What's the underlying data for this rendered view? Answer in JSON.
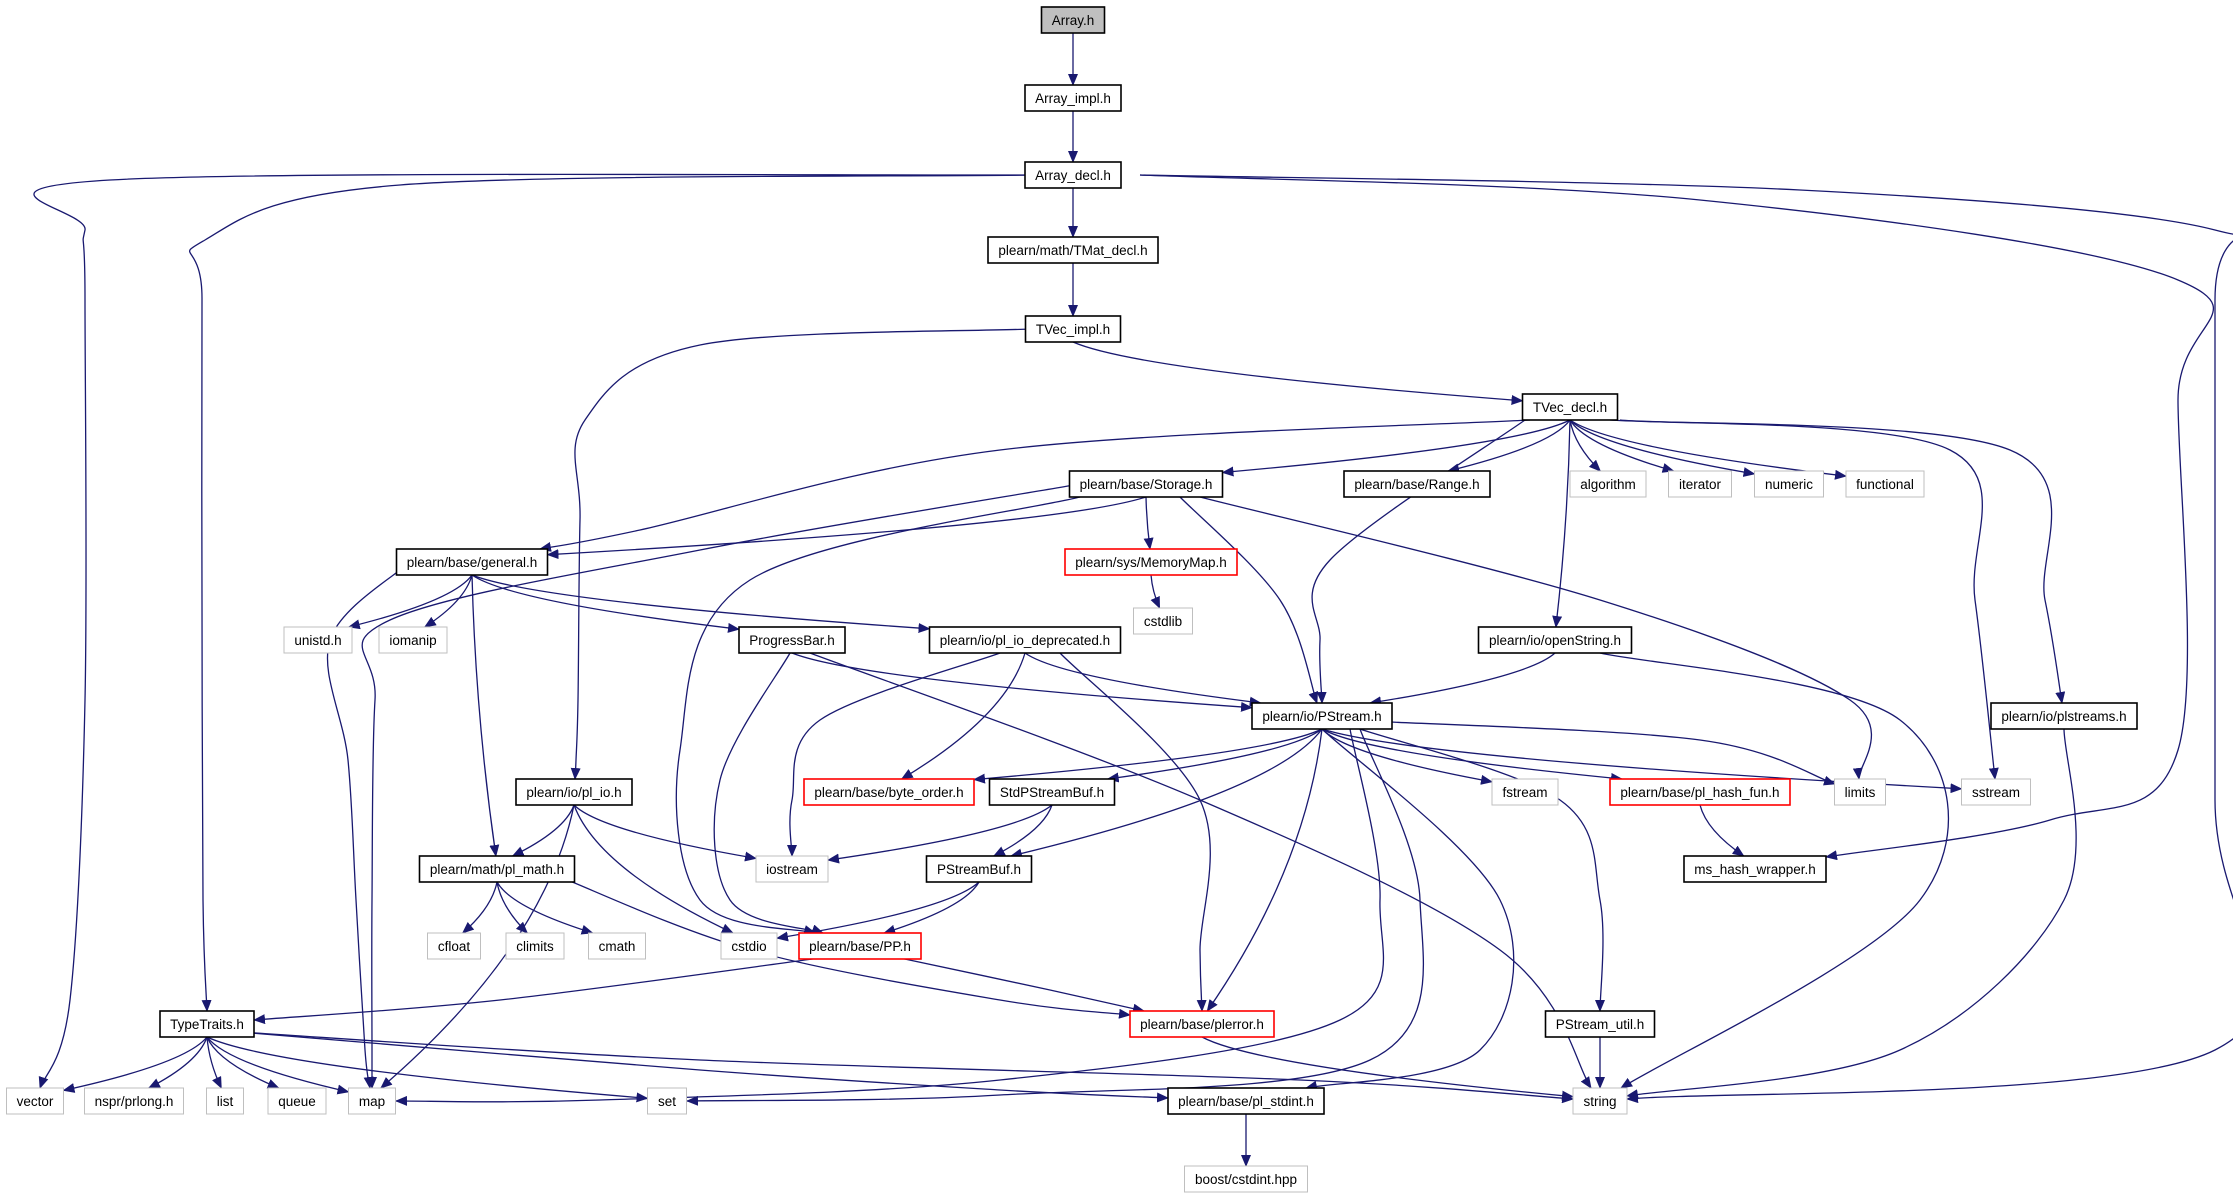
{
  "title": "",
  "colors": {
    "background": "#ffffff",
    "edge": "#191970",
    "node_border_normal": "#000000",
    "node_border_truncated": "#ff0000",
    "node_border_external": "#bfbfbf",
    "node_fill_root": "#bfbfbf",
    "node_fill": "#ffffff",
    "text": "#000000"
  },
  "nodes": [
    {
      "id": "array_h",
      "label": "Array.h",
      "kind": "root"
    },
    {
      "id": "array_impl",
      "label": "Array_impl.h",
      "kind": "normal"
    },
    {
      "id": "array_decl",
      "label": "Array_decl.h",
      "kind": "normal"
    },
    {
      "id": "tmat_decl",
      "label": "plearn/math/TMat_decl.h",
      "kind": "normal"
    },
    {
      "id": "tvec_impl",
      "label": "TVec_impl.h",
      "kind": "normal"
    },
    {
      "id": "tvec_decl",
      "label": "TVec_decl.h",
      "kind": "normal"
    },
    {
      "id": "storage",
      "label": "plearn/base/Storage.h",
      "kind": "normal"
    },
    {
      "id": "range",
      "label": "plearn/base/Range.h",
      "kind": "normal"
    },
    {
      "id": "algorithm",
      "label": "algorithm",
      "kind": "external"
    },
    {
      "id": "iterator",
      "label": "iterator",
      "kind": "external"
    },
    {
      "id": "numeric",
      "label": "numeric",
      "kind": "external"
    },
    {
      "id": "functional",
      "label": "functional",
      "kind": "external"
    },
    {
      "id": "general",
      "label": "plearn/base/general.h",
      "kind": "normal"
    },
    {
      "id": "memorymap",
      "label": "plearn/sys/MemoryMap.h",
      "kind": "truncated"
    },
    {
      "id": "cstdlib",
      "label": "cstdlib",
      "kind": "external"
    },
    {
      "id": "unistd",
      "label": "unistd.h",
      "kind": "external"
    },
    {
      "id": "iomanip",
      "label": "iomanip",
      "kind": "external"
    },
    {
      "id": "progressbar",
      "label": "ProgressBar.h",
      "kind": "normal"
    },
    {
      "id": "pl_io_deprecated",
      "label": "plearn/io/pl_io_deprecated.h",
      "kind": "normal"
    },
    {
      "id": "openstring",
      "label": "plearn/io/openString.h",
      "kind": "normal"
    },
    {
      "id": "plstreams",
      "label": "plearn/io/plstreams.h",
      "kind": "normal"
    },
    {
      "id": "pstream",
      "label": "plearn/io/PStream.h",
      "kind": "normal"
    },
    {
      "id": "pl_io",
      "label": "plearn/io/pl_io.h",
      "kind": "normal"
    },
    {
      "id": "byte_order",
      "label": "plearn/base/byte_order.h",
      "kind": "truncated"
    },
    {
      "id": "stdpstreambuf",
      "label": "StdPStreamBuf.h",
      "kind": "normal"
    },
    {
      "id": "fstream",
      "label": "fstream",
      "kind": "external"
    },
    {
      "id": "pl_hash_fun",
      "label": "plearn/base/pl_hash_fun.h",
      "kind": "truncated"
    },
    {
      "id": "limits",
      "label": "limits",
      "kind": "external"
    },
    {
      "id": "sstream",
      "label": "sstream",
      "kind": "external"
    },
    {
      "id": "iostream",
      "label": "iostream",
      "kind": "external"
    },
    {
      "id": "pl_math",
      "label": "plearn/math/pl_math.h",
      "kind": "normal"
    },
    {
      "id": "pstreambuf",
      "label": "PStreamBuf.h",
      "kind": "normal"
    },
    {
      "id": "ms_hash_wrapper",
      "label": "ms_hash_wrapper.h",
      "kind": "normal"
    },
    {
      "id": "cfloat",
      "label": "cfloat",
      "kind": "external"
    },
    {
      "id": "climits",
      "label": "climits",
      "kind": "external"
    },
    {
      "id": "cmath",
      "label": "cmath",
      "kind": "external"
    },
    {
      "id": "cstdio",
      "label": "cstdio",
      "kind": "external"
    },
    {
      "id": "pp",
      "label": "plearn/base/PP.h",
      "kind": "truncated"
    },
    {
      "id": "typetraits",
      "label": "TypeTraits.h",
      "kind": "normal"
    },
    {
      "id": "plerror",
      "label": "plearn/base/plerror.h",
      "kind": "truncated"
    },
    {
      "id": "pstream_util",
      "label": "PStream_util.h",
      "kind": "normal"
    },
    {
      "id": "vector",
      "label": "vector",
      "kind": "external"
    },
    {
      "id": "prlong",
      "label": "nspr/prlong.h",
      "kind": "external"
    },
    {
      "id": "list",
      "label": "list",
      "kind": "external"
    },
    {
      "id": "queue",
      "label": "queue",
      "kind": "external"
    },
    {
      "id": "map",
      "label": "map",
      "kind": "external"
    },
    {
      "id": "set",
      "label": "set",
      "kind": "external"
    },
    {
      "id": "pl_stdint",
      "label": "plearn/base/pl_stdint.h",
      "kind": "normal"
    },
    {
      "id": "string",
      "label": "string",
      "kind": "external"
    },
    {
      "id": "cstdint",
      "label": "boost/cstdint.hpp",
      "kind": "external"
    }
  ],
  "edges": [
    [
      "array_h",
      "array_impl"
    ],
    [
      "array_impl",
      "array_decl"
    ],
    [
      "array_decl",
      "tmat_decl"
    ],
    [
      "array_decl",
      "vector"
    ],
    [
      "array_decl",
      "typetraits"
    ],
    [
      "array_decl",
      "ms_hash_wrapper"
    ],
    [
      "array_decl",
      "string"
    ],
    [
      "tmat_decl",
      "tvec_impl"
    ],
    [
      "tvec_impl",
      "tvec_decl"
    ],
    [
      "tvec_impl",
      "pl_io"
    ],
    [
      "tvec_decl",
      "storage"
    ],
    [
      "tvec_decl",
      "range"
    ],
    [
      "tvec_decl",
      "algorithm"
    ],
    [
      "tvec_decl",
      "iterator"
    ],
    [
      "tvec_decl",
      "numeric"
    ],
    [
      "tvec_decl",
      "functional"
    ],
    [
      "tvec_decl",
      "general"
    ],
    [
      "tvec_decl",
      "pstream"
    ],
    [
      "tvec_decl",
      "openstring"
    ],
    [
      "tvec_decl",
      "plstreams"
    ],
    [
      "tvec_decl",
      "sstream"
    ],
    [
      "storage",
      "general"
    ],
    [
      "storage",
      "memorymap"
    ],
    [
      "storage",
      "pstream"
    ],
    [
      "storage",
      "map"
    ],
    [
      "storage",
      "pp"
    ],
    [
      "storage",
      "limits"
    ],
    [
      "memorymap",
      "cstdlib"
    ],
    [
      "general",
      "unistd"
    ],
    [
      "general",
      "iomanip"
    ],
    [
      "general",
      "progressbar"
    ],
    [
      "general",
      "pl_io_deprecated"
    ],
    [
      "general",
      "pl_math"
    ],
    [
      "general",
      "map"
    ],
    [
      "progressbar",
      "pstream"
    ],
    [
      "progressbar",
      "pp"
    ],
    [
      "progressbar",
      "string"
    ],
    [
      "pl_io_deprecated",
      "pstream"
    ],
    [
      "pl_io_deprecated",
      "byte_order"
    ],
    [
      "pl_io_deprecated",
      "iostream"
    ],
    [
      "pl_io_deprecated",
      "plerror"
    ],
    [
      "openstring",
      "pstream"
    ],
    [
      "openstring",
      "string"
    ],
    [
      "plstreams",
      "string"
    ],
    [
      "pstream",
      "byte_order"
    ],
    [
      "pstream",
      "stdpstreambuf"
    ],
    [
      "pstream",
      "fstream"
    ],
    [
      "pstream",
      "pl_hash_fun"
    ],
    [
      "pstream",
      "limits"
    ],
    [
      "pstream",
      "sstream"
    ],
    [
      "pstream",
      "pstreambuf"
    ],
    [
      "pstream",
      "plerror"
    ],
    [
      "pstream",
      "pstream_util"
    ],
    [
      "pstream",
      "map"
    ],
    [
      "pstream",
      "set"
    ],
    [
      "pstream",
      "pl_stdint"
    ],
    [
      "pl_io",
      "pl_math"
    ],
    [
      "pl_io",
      "iostream"
    ],
    [
      "pl_io",
      "cstdio"
    ],
    [
      "pl_io",
      "map"
    ],
    [
      "stdpstreambuf",
      "pstreambuf"
    ],
    [
      "stdpstreambuf",
      "iostream"
    ],
    [
      "pl_hash_fun",
      "ms_hash_wrapper"
    ],
    [
      "pl_math",
      "cfloat"
    ],
    [
      "pl_math",
      "climits"
    ],
    [
      "pl_math",
      "cmath"
    ],
    [
      "pl_math",
      "plerror"
    ],
    [
      "pstreambuf",
      "cstdio"
    ],
    [
      "pstreambuf",
      "pp"
    ],
    [
      "pp",
      "typetraits"
    ],
    [
      "pp",
      "plerror"
    ],
    [
      "plerror",
      "string"
    ],
    [
      "pstream_util",
      "string"
    ],
    [
      "typetraits",
      "vector"
    ],
    [
      "typetraits",
      "prlong"
    ],
    [
      "typetraits",
      "list"
    ],
    [
      "typetraits",
      "queue"
    ],
    [
      "typetraits",
      "map"
    ],
    [
      "typetraits",
      "set"
    ],
    [
      "typetraits",
      "pl_stdint"
    ],
    [
      "typetraits",
      "string"
    ],
    [
      "pl_stdint",
      "cstdint"
    ]
  ]
}
